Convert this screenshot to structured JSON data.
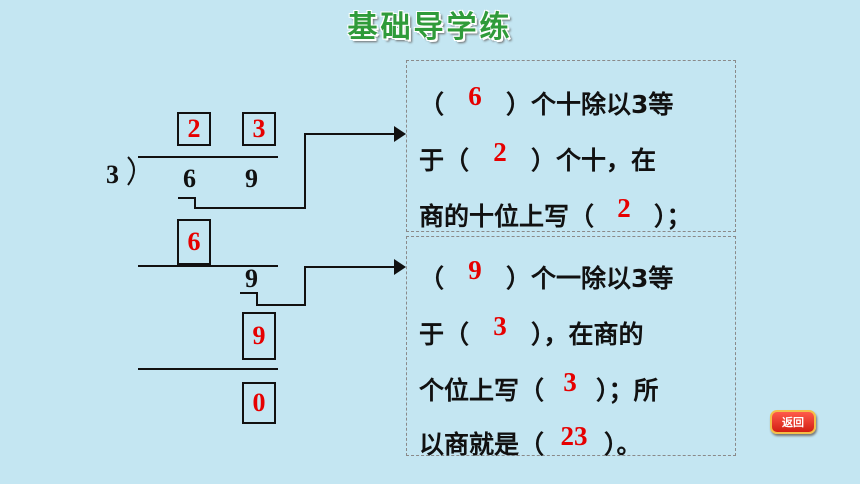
{
  "title": "基础导学练",
  "division": {
    "divisor": "3",
    "dividend_tens": "6",
    "dividend_ones": "9",
    "quotient_tens": "2",
    "quotient_ones": "3",
    "product_tens": "6",
    "bring_down": "9",
    "product_ones": "9",
    "remainder": "0"
  },
  "panel1": {
    "line1": {
      "pre": "（",
      "fill": "6",
      "post": "）个十除以3等"
    },
    "line2": {
      "pre": "于（",
      "fill": "2",
      "post": "）个十，在"
    },
    "line3": {
      "pre": "商的十位上写（",
      "fill": "2",
      "post": "）；"
    }
  },
  "panel2": {
    "line1": {
      "pre": "（",
      "fill": "9",
      "post": "）个一除以3等"
    },
    "line2": {
      "pre": "于（",
      "fill": "3",
      "post": "），在商的"
    },
    "line3": {
      "pre": "个位上写（",
      "fill": "3",
      "post": "）；所"
    },
    "line4": {
      "pre": "以商就是（",
      "fill": "23",
      "post": "）。"
    }
  },
  "back_button": {
    "label": "返回"
  },
  "colors": {
    "background": "#c4e6f2",
    "answer": "#e60000",
    "title": "#2f9b3a"
  }
}
